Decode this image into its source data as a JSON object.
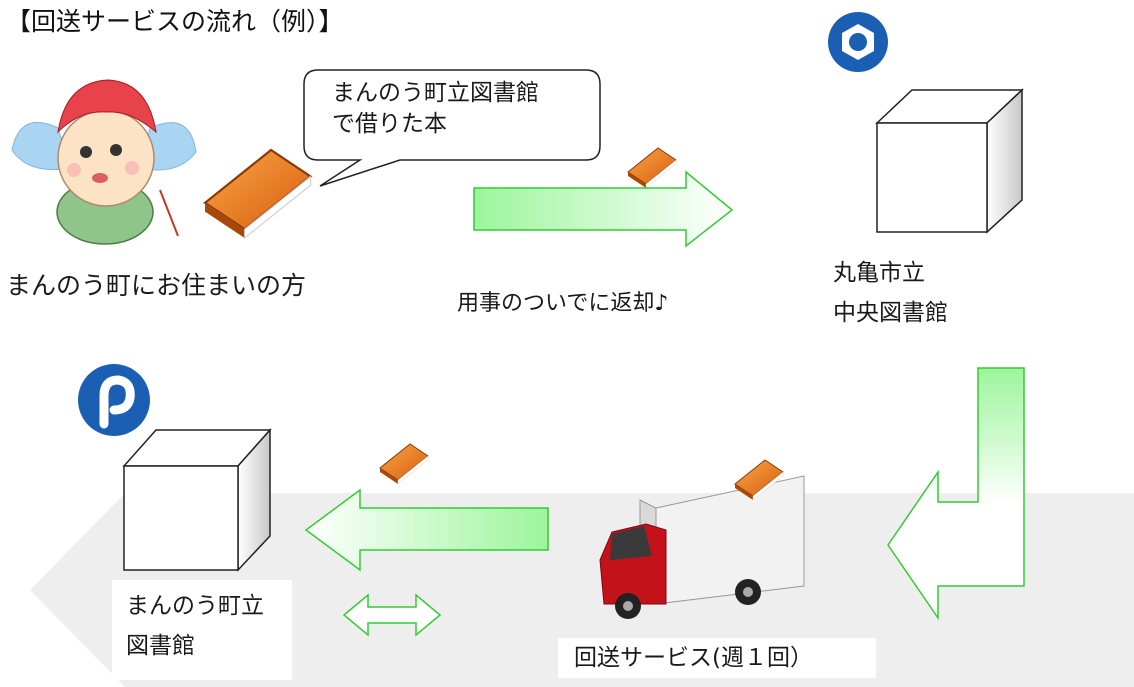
{
  "title": "【回送サービスの流れ（例）】",
  "bubble": {
    "line1": "まんのう町立図書館",
    "line2": "で借りた本"
  },
  "resident_label": "まんのう町にお住まいの方",
  "return_label": "用事のついでに返却♪",
  "central_library": {
    "line1": "丸亀市立",
    "line2": "中央図書館"
  },
  "town_library": {
    "line1": "まんのう町立",
    "line2": "図書館"
  },
  "service_label": "回送サービス(週１回）",
  "colors": {
    "arrow_fill_start": "#9cf59c",
    "arrow_fill_end": "#ffffff",
    "arrow_stroke": "#33cc33",
    "road": "#eeeeee",
    "book": "#f07a1a",
    "truck_cab": "#c4121a",
    "logo_blue": "#1a5fb4",
    "mascot_hat": "#e8424a",
    "mascot_wing": "#a9d4f2"
  },
  "icons": [
    "mascot-icon",
    "book-icon",
    "truck-icon",
    "library-logo-icon",
    "town-logo-icon",
    "building-cube-icon"
  ]
}
